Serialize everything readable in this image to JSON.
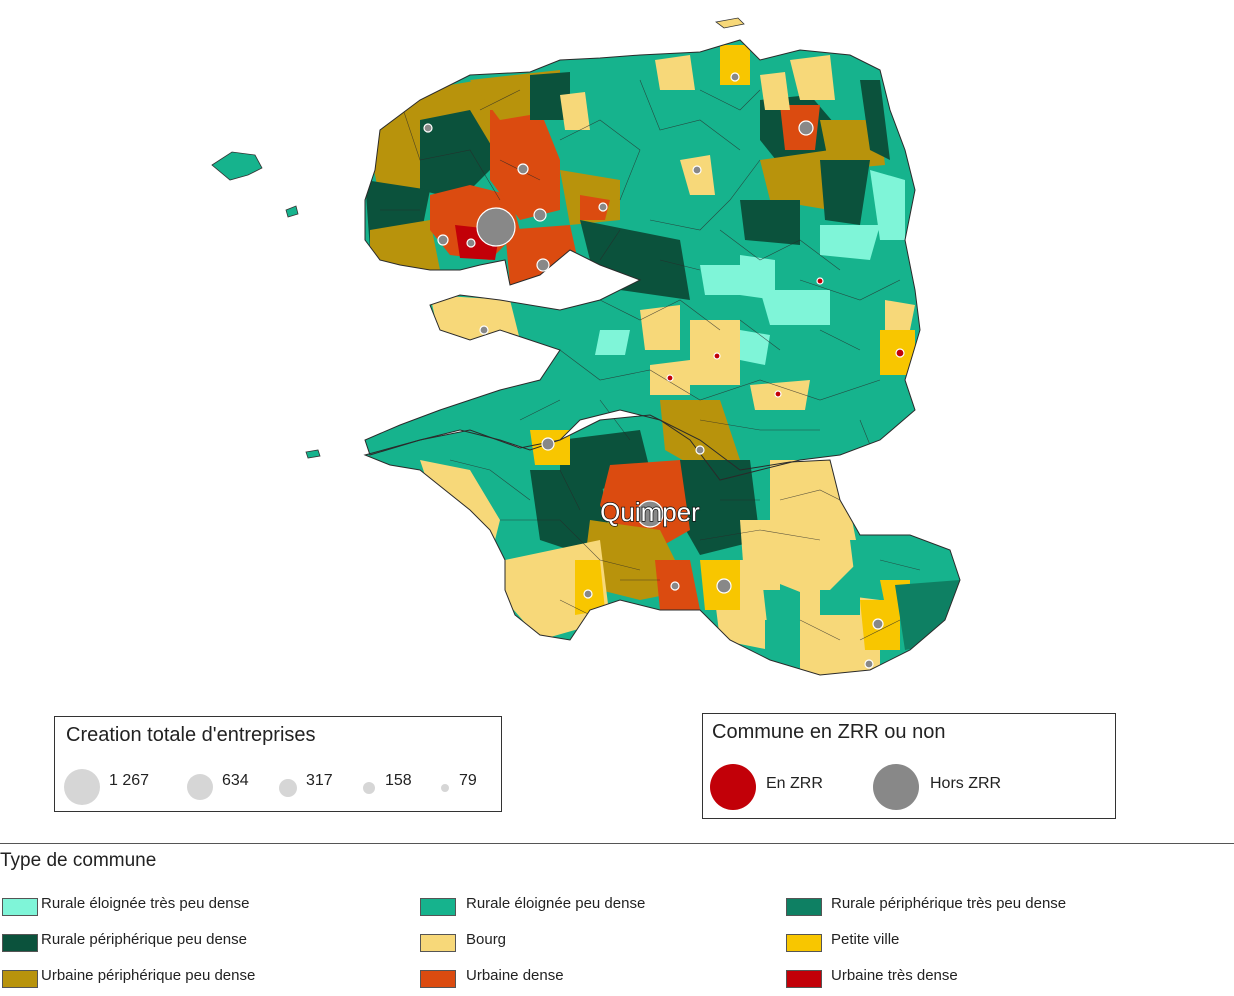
{
  "map": {
    "city_label": "Quimper",
    "colors": {
      "rurale_eloignee_tres_peu_dense": "#7ff5d8",
      "rurale_eloignee_peu_dense": "#16b38d",
      "rurale_peripherique_tres_peu_dense": "#0e8063",
      "rurale_peripherique_peu_dense": "#0b523c",
      "bourg": "#f7d879",
      "petite_ville": "#f8c600",
      "urbaine_peripherique_peu_dense": "#b8930c",
      "urbaine_dense": "#db4b10",
      "urbaine_tres_dense": "#c20008",
      "hors_zrr": "#888888",
      "en_zrr": "#c20008",
      "size_symbol": "#d6d6d6"
    }
  },
  "size_legend": {
    "title": "Creation totale d'entreprises",
    "values": [
      {
        "label": "1 267",
        "value": 1267
      },
      {
        "label": "634",
        "value": 634
      },
      {
        "label": "317",
        "value": 317
      },
      {
        "label": "158",
        "value": 158
      },
      {
        "label": "79",
        "value": 79
      }
    ]
  },
  "zrr_legend": {
    "title": "Commune en ZRR ou non",
    "items": [
      {
        "label": "En ZRR",
        "color": "#c20008"
      },
      {
        "label": "Hors ZRR",
        "color": "#888888"
      }
    ]
  },
  "type_legend": {
    "title": "Type de commune",
    "items": [
      {
        "label": "Rurale éloignée très peu dense",
        "color": "#7ff5d8"
      },
      {
        "label": "Rurale éloignée peu dense",
        "color": "#16b38d"
      },
      {
        "label": "Rurale périphérique très peu dense",
        "color": "#0e8063"
      },
      {
        "label": "Rurale périphérique peu dense",
        "color": "#0b523c"
      },
      {
        "label": "Bourg",
        "color": "#f7d879"
      },
      {
        "label": "Petite ville",
        "color": "#f8c600"
      },
      {
        "label": "Urbaine périphérique peu dense",
        "color": "#b8930c"
      },
      {
        "label": "Urbaine dense",
        "color": "#db4b10"
      },
      {
        "label": "Urbaine très dense",
        "color": "#c20008"
      }
    ]
  }
}
